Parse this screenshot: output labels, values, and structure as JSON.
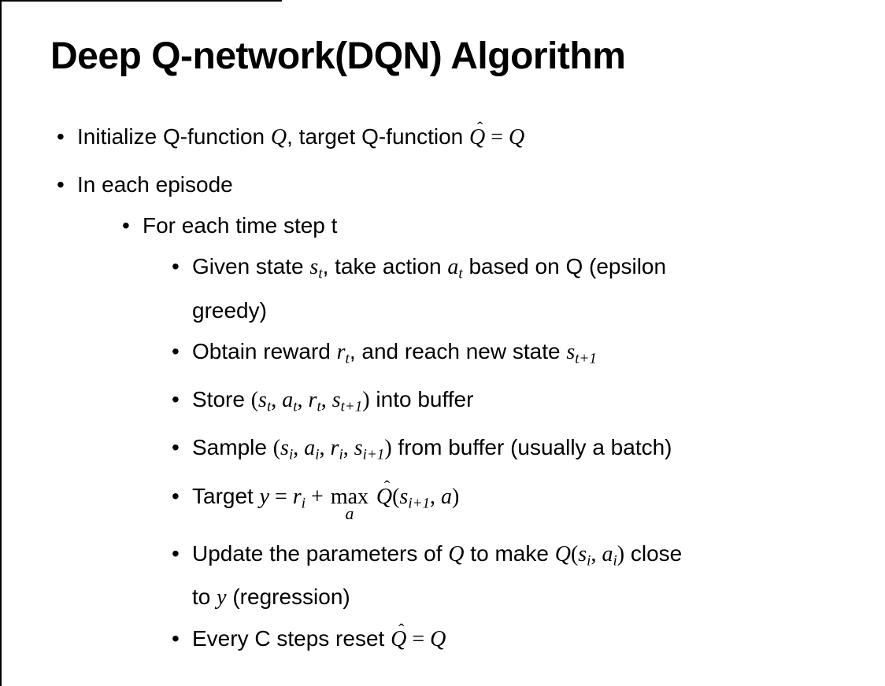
{
  "slide": {
    "title": "Deep Q-network(DQN) Algorithm"
  },
  "bullet_char": "•",
  "bullets": [
    {
      "level": 1,
      "segments": [
        {
          "t": "Initialize Q-function "
        },
        {
          "v": "Q"
        },
        {
          "t": ", target Q-function "
        },
        {
          "h": "Q"
        },
        {
          "m": " = "
        },
        {
          "v": "Q"
        }
      ]
    },
    {
      "level": 1,
      "segments": [
        {
          "t": "In each episode"
        }
      ]
    },
    {
      "level": 2,
      "segments": [
        {
          "t": "For each time step t"
        }
      ]
    },
    {
      "level": 3,
      "segments": [
        {
          "t": "Given state "
        },
        {
          "v": "s"
        },
        {
          "b": "t"
        },
        {
          "t": ", take action "
        },
        {
          "v": "a"
        },
        {
          "b": "t"
        },
        {
          "t": " based on Q (epsilon"
        },
        {
          "n": 1
        },
        {
          "t": "greedy)"
        }
      ]
    },
    {
      "level": 3,
      "segments": [
        {
          "t": "Obtain reward "
        },
        {
          "v": "r"
        },
        {
          "b": "t"
        },
        {
          "t": ", and reach new state "
        },
        {
          "v": "s"
        },
        {
          "b": "t+1"
        }
      ]
    },
    {
      "level": 3,
      "segments": [
        {
          "t": "Store "
        },
        {
          "m": "("
        },
        {
          "v": "s"
        },
        {
          "b": "t"
        },
        {
          "m": ", "
        },
        {
          "v": "a"
        },
        {
          "b": "t"
        },
        {
          "m": ", "
        },
        {
          "v": "r"
        },
        {
          "b": "t"
        },
        {
          "m": ", "
        },
        {
          "v": "s"
        },
        {
          "b": "t+1"
        },
        {
          "m": ")"
        },
        {
          "t": " into buffer"
        }
      ]
    },
    {
      "level": 3,
      "segments": [
        {
          "t": "Sample "
        },
        {
          "m": "("
        },
        {
          "v": "s"
        },
        {
          "b": "i"
        },
        {
          "m": ", "
        },
        {
          "v": "a"
        },
        {
          "b": "i"
        },
        {
          "m": ", "
        },
        {
          "v": "r"
        },
        {
          "b": "i"
        },
        {
          "m": ", "
        },
        {
          "v": "s"
        },
        {
          "b": "i+1"
        },
        {
          "m": ")"
        },
        {
          "t": " from buffer (usually a batch)"
        }
      ]
    },
    {
      "level": 3,
      "segments": [
        {
          "t": "Target "
        },
        {
          "v": "y"
        },
        {
          "m": " = "
        },
        {
          "v": "r"
        },
        {
          "b": "i"
        },
        {
          "m": " + "
        },
        {
          "x": {
            "base": "max",
            "under": "a"
          }
        },
        {
          "t": " "
        },
        {
          "h": "Q"
        },
        {
          "m": "("
        },
        {
          "v": "s"
        },
        {
          "b": "i+1"
        },
        {
          "m": ", "
        },
        {
          "v": "a"
        },
        {
          "m": ")"
        }
      ]
    },
    {
      "level": 3,
      "segments": [
        {
          "t": "Update the parameters of "
        },
        {
          "v": "Q"
        },
        {
          "t": " to make "
        },
        {
          "v": "Q"
        },
        {
          "m": "("
        },
        {
          "v": "s"
        },
        {
          "b": "i"
        },
        {
          "m": ", "
        },
        {
          "v": "a"
        },
        {
          "b": "i"
        },
        {
          "m": ")"
        },
        {
          "t": " close"
        },
        {
          "n": 1
        },
        {
          "t": "to "
        },
        {
          "v": "y"
        },
        {
          "t": " (regression)"
        }
      ]
    },
    {
      "level": 3,
      "segments": [
        {
          "t": "Every C steps reset "
        },
        {
          "h": "Q"
        },
        {
          "m": " = "
        },
        {
          "v": "Q"
        }
      ]
    }
  ]
}
